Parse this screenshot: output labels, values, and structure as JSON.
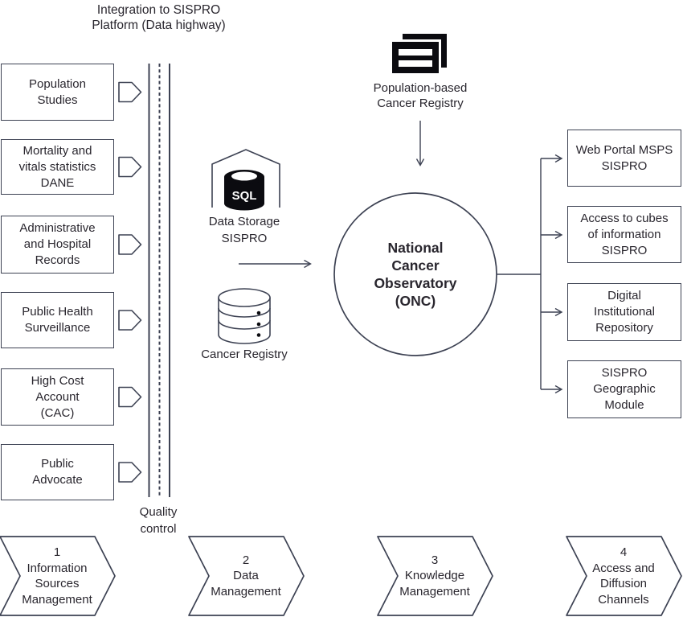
{
  "title": "Integration to SISPRO\nPlatform (Data highway)",
  "sources": [
    {
      "label": "Population\nStudies"
    },
    {
      "label": "Mortality and\nvitals statistics\nDANE"
    },
    {
      "label": "Administrative\nand Hospital\nRecords"
    },
    {
      "label": "Public Health\nSurveillance"
    },
    {
      "label": "High Cost\nAccount\n(CAC)"
    },
    {
      "label": "Public\nAdvocate"
    }
  ],
  "highway": {
    "quality_label": "Quality\ncontrol"
  },
  "data_storage": {
    "icon_text": "SQL",
    "label": "Data Storage\nSISPRO"
  },
  "cancer_registry": {
    "label": "Cancer Registry"
  },
  "population_registry": {
    "label": "Population-based\nCancer Registry"
  },
  "observatory": {
    "label": "National\nCancer\nObservatory\n(ONC)"
  },
  "outputs": [
    {
      "label": "Web Portal MSPS\nSISPRO"
    },
    {
      "label": "Access to cubes\nof information\nSISPRO"
    },
    {
      "label": "Digital\nInstitutional\nRepository"
    },
    {
      "label": "SISPRO\nGeographic\nModule"
    }
  ],
  "steps": [
    {
      "number": "1",
      "label": "Information\nSources\nManagement"
    },
    {
      "number": "2",
      "label": "Data\nManagement"
    },
    {
      "number": "3",
      "label": "Knowledge\nManagement"
    },
    {
      "number": "4",
      "label": "Access and\nDiffusion\nChannels"
    }
  ],
  "colors": {
    "line": "#3d4253",
    "text": "#29262e",
    "icon_black": "#0b0b10",
    "background": "#ffffff"
  }
}
